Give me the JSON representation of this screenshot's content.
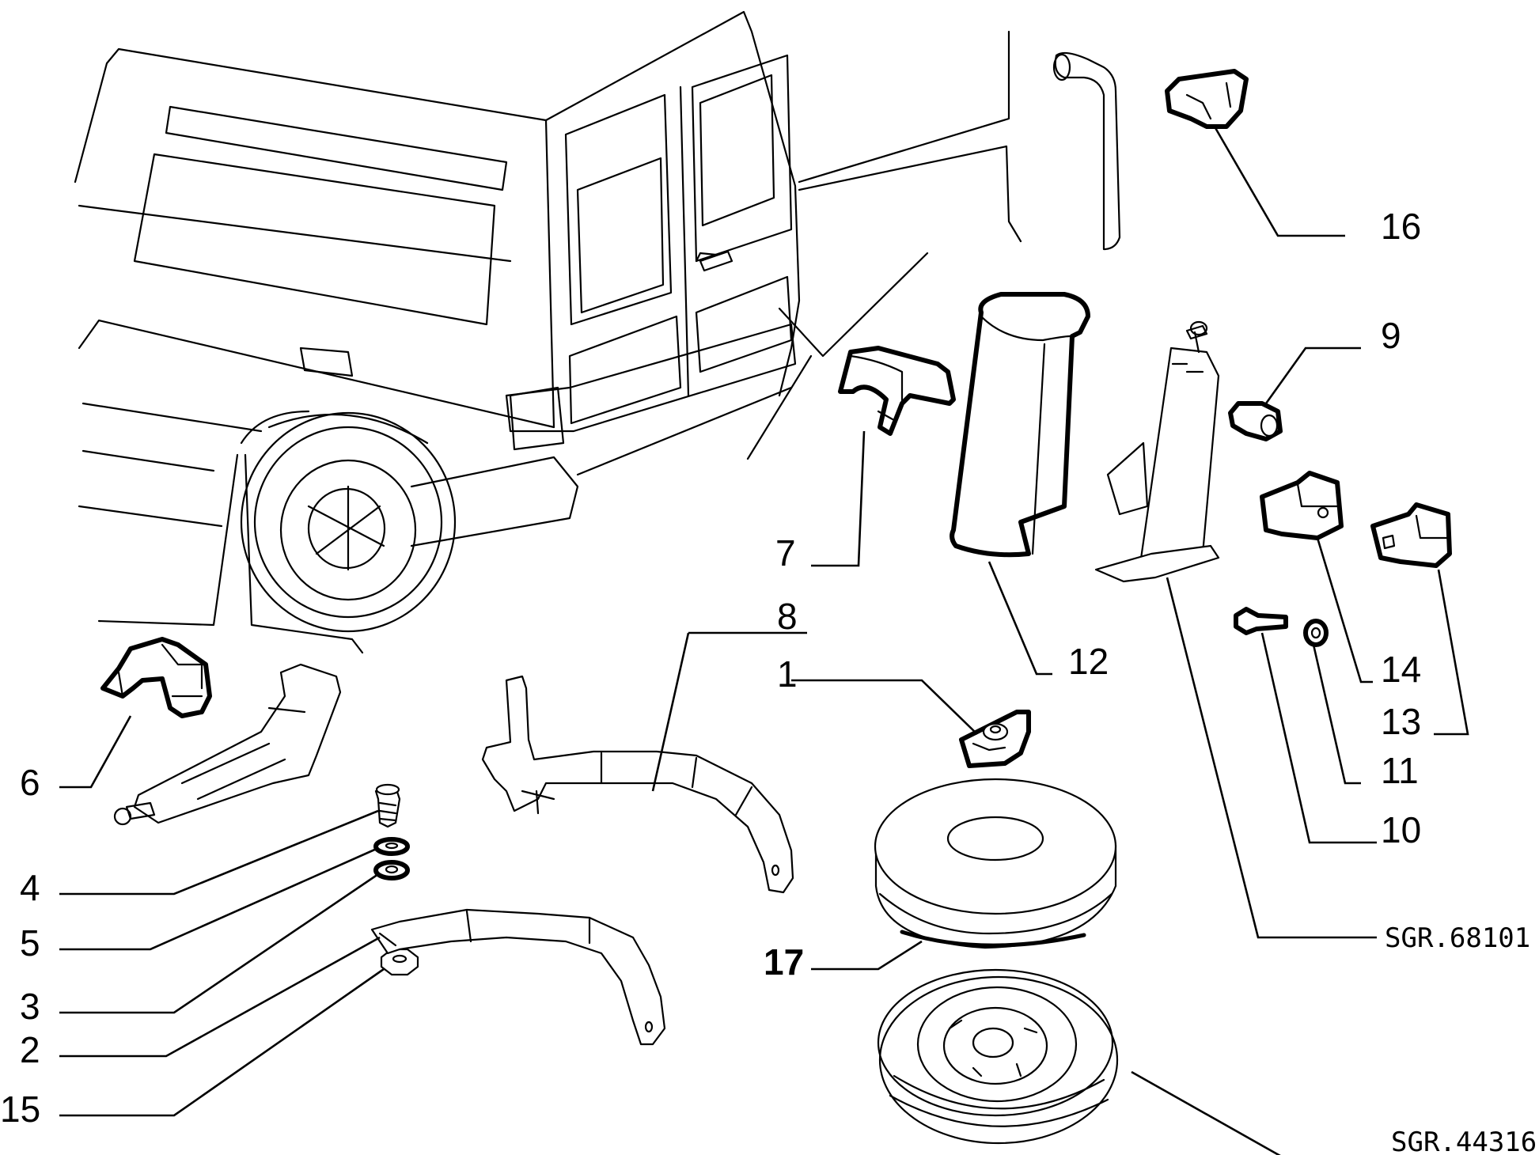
{
  "callouts": {
    "c1": "1",
    "c2": "2",
    "c3": "3",
    "c4": "4",
    "c5": "5",
    "c6": "6",
    "c7": "7",
    "c8": "8",
    "c9": "9",
    "c10": "10",
    "c11": "11",
    "c12": "12",
    "c13": "13",
    "c14": "14",
    "c15": "15",
    "c16": "16",
    "c17": "17"
  },
  "references": {
    "ref_top": "SGR.68101",
    "ref_bottom": "SGR.44316"
  }
}
